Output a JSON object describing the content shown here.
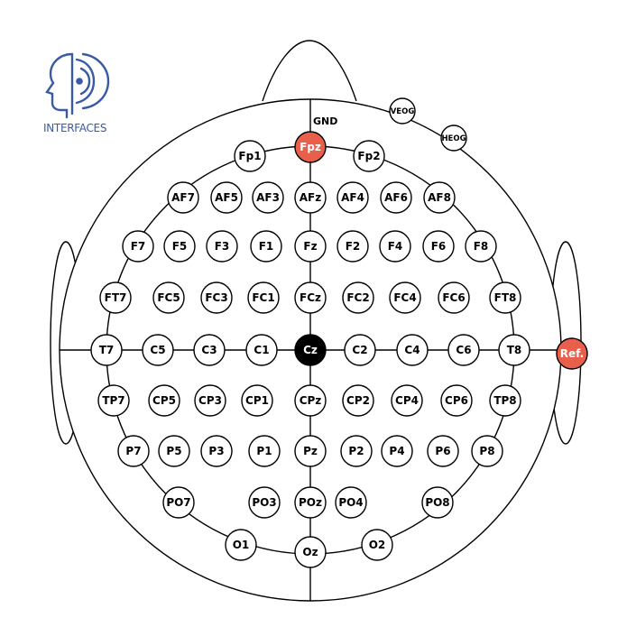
{
  "title": "",
  "logo": {
    "icon": "head-brain-icon",
    "text": "INTERFACES",
    "color": "#3a5aa6"
  },
  "colors": {
    "stroke": "#000000",
    "highlight": "#e8604c",
    "center": "#000000",
    "fill": "#ffffff"
  },
  "ground_label": "GND",
  "electrodes": [
    {
      "id": "Fp1",
      "label": "Fp1",
      "style": "normal"
    },
    {
      "id": "Fpz",
      "label": "Fpz",
      "style": "highlight"
    },
    {
      "id": "Fp2",
      "label": "Fp2",
      "style": "normal"
    },
    {
      "id": "AF7",
      "label": "AF7",
      "style": "normal"
    },
    {
      "id": "AF5",
      "label": "AF5",
      "style": "normal"
    },
    {
      "id": "AF3",
      "label": "AF3",
      "style": "normal"
    },
    {
      "id": "AFz",
      "label": "AFz",
      "style": "normal"
    },
    {
      "id": "AF4",
      "label": "AF4",
      "style": "normal"
    },
    {
      "id": "AF6",
      "label": "AF6",
      "style": "normal"
    },
    {
      "id": "AF8",
      "label": "AF8",
      "style": "normal"
    },
    {
      "id": "F7",
      "label": "F7",
      "style": "normal"
    },
    {
      "id": "F5",
      "label": "F5",
      "style": "normal"
    },
    {
      "id": "F3",
      "label": "F3",
      "style": "normal"
    },
    {
      "id": "F1",
      "label": "F1",
      "style": "normal"
    },
    {
      "id": "Fz",
      "label": "Fz",
      "style": "normal"
    },
    {
      "id": "F2",
      "label": "F2",
      "style": "normal"
    },
    {
      "id": "F4",
      "label": "F4",
      "style": "normal"
    },
    {
      "id": "F6",
      "label": "F6",
      "style": "normal"
    },
    {
      "id": "F8",
      "label": "F8",
      "style": "normal"
    },
    {
      "id": "FT7",
      "label": "FT7",
      "style": "normal"
    },
    {
      "id": "FC5",
      "label": "FC5",
      "style": "normal"
    },
    {
      "id": "FC3",
      "label": "FC3",
      "style": "normal"
    },
    {
      "id": "FC1",
      "label": "FC1",
      "style": "normal"
    },
    {
      "id": "FCz",
      "label": "FCz",
      "style": "normal"
    },
    {
      "id": "FC2",
      "label": "FC2",
      "style": "normal"
    },
    {
      "id": "FC4",
      "label": "FC4",
      "style": "normal"
    },
    {
      "id": "FC6",
      "label": "FC6",
      "style": "normal"
    },
    {
      "id": "FT8",
      "label": "FT8",
      "style": "normal"
    },
    {
      "id": "T7",
      "label": "T7",
      "style": "normal"
    },
    {
      "id": "C5",
      "label": "C5",
      "style": "normal"
    },
    {
      "id": "C3",
      "label": "C3",
      "style": "normal"
    },
    {
      "id": "C1",
      "label": "C1",
      "style": "normal"
    },
    {
      "id": "Cz",
      "label": "Cz",
      "style": "center"
    },
    {
      "id": "C2",
      "label": "C2",
      "style": "normal"
    },
    {
      "id": "C4",
      "label": "C4",
      "style": "normal"
    },
    {
      "id": "C6",
      "label": "C6",
      "style": "normal"
    },
    {
      "id": "T8",
      "label": "T8",
      "style": "normal"
    },
    {
      "id": "Ref",
      "label": "Ref.",
      "style": "highlight"
    },
    {
      "id": "TP7",
      "label": "TP7",
      "style": "normal"
    },
    {
      "id": "CP5",
      "label": "CP5",
      "style": "normal"
    },
    {
      "id": "CP3",
      "label": "CP3",
      "style": "normal"
    },
    {
      "id": "CP1",
      "label": "CP1",
      "style": "normal"
    },
    {
      "id": "CPz",
      "label": "CPz",
      "style": "normal"
    },
    {
      "id": "CP2",
      "label": "CP2",
      "style": "normal"
    },
    {
      "id": "CP4",
      "label": "CP4",
      "style": "normal"
    },
    {
      "id": "CP6",
      "label": "CP6",
      "style": "normal"
    },
    {
      "id": "TP8",
      "label": "TP8",
      "style": "normal"
    },
    {
      "id": "P7",
      "label": "P7",
      "style": "normal"
    },
    {
      "id": "P5",
      "label": "P5",
      "style": "normal"
    },
    {
      "id": "P3",
      "label": "P3",
      "style": "normal"
    },
    {
      "id": "P1",
      "label": "P1",
      "style": "normal"
    },
    {
      "id": "Pz",
      "label": "Pz",
      "style": "normal"
    },
    {
      "id": "P2",
      "label": "P2",
      "style": "normal"
    },
    {
      "id": "P4",
      "label": "P4",
      "style": "normal"
    },
    {
      "id": "P6",
      "label": "P6",
      "style": "normal"
    },
    {
      "id": "P8",
      "label": "P8",
      "style": "normal"
    },
    {
      "id": "PO7",
      "label": "PO7",
      "style": "normal"
    },
    {
      "id": "PO3",
      "label": "PO3",
      "style": "normal"
    },
    {
      "id": "POz",
      "label": "POz",
      "style": "normal"
    },
    {
      "id": "PO4",
      "label": "PO4",
      "style": "normal"
    },
    {
      "id": "PO8",
      "label": "PO8",
      "style": "normal"
    },
    {
      "id": "O1",
      "label": "O1",
      "style": "normal"
    },
    {
      "id": "Oz",
      "label": "Oz",
      "style": "normal"
    },
    {
      "id": "O2",
      "label": "O2",
      "style": "normal"
    },
    {
      "id": "VEOG",
      "label": "VEOG",
      "style": "small"
    },
    {
      "id": "HEOG",
      "label": "HEOG",
      "style": "small"
    }
  ]
}
